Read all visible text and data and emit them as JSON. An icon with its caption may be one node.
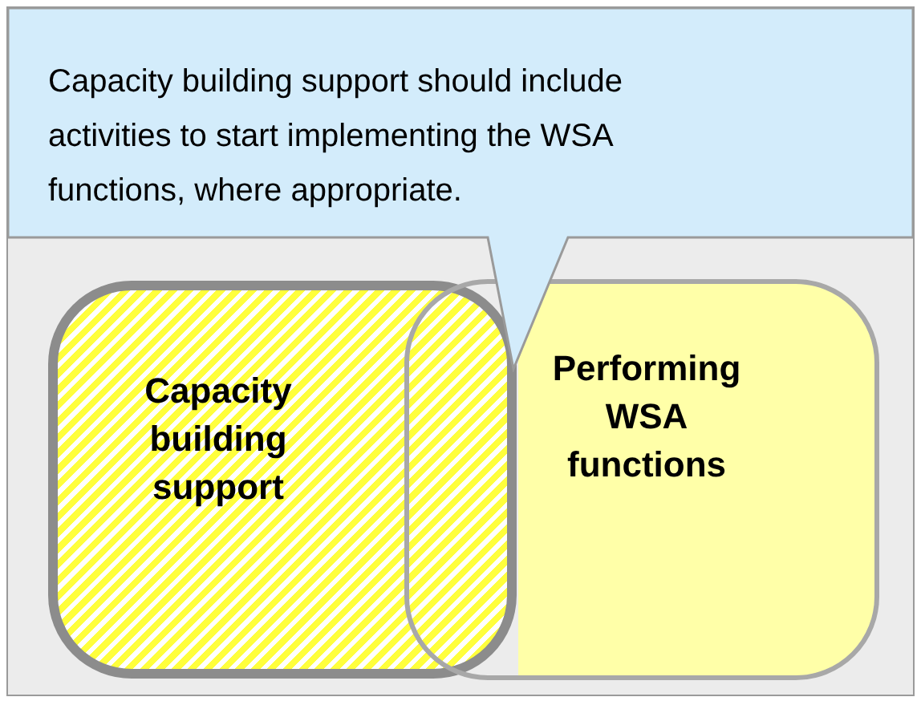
{
  "diagram": {
    "nodes": [
      {
        "text": [
          "Capacity building support should include activities to start implementing the WSA functions, where appropriate."
        ]
      },
      {
        "text": [
          "Capacity building support"
        ]
      },
      {
        "text": [
          "Performing WSA functions"
        ]
      }
    ]
  }
}
